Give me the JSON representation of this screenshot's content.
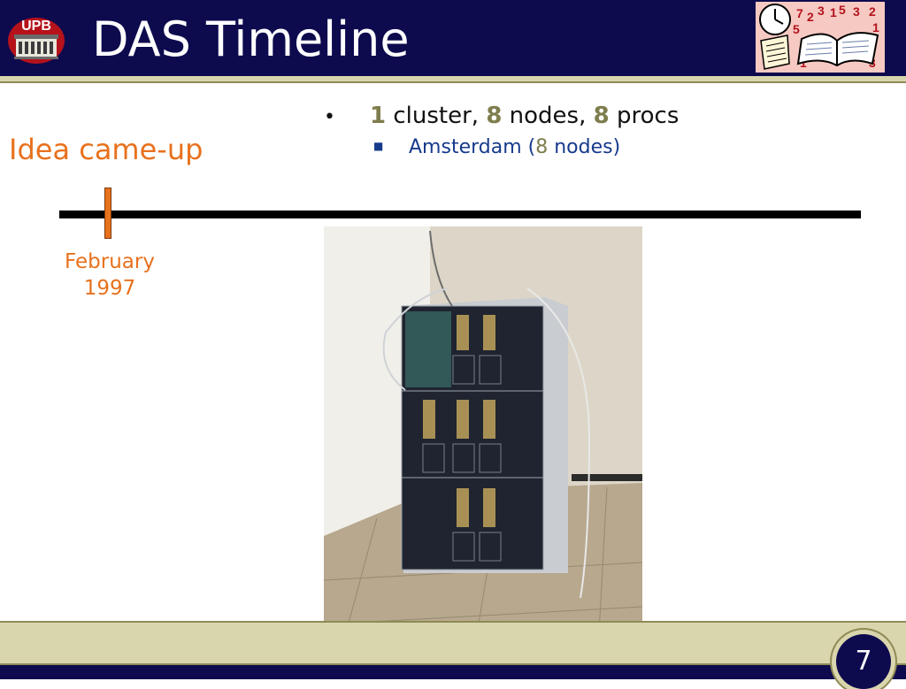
{
  "header": {
    "title": "DAS Timeline",
    "logo_text": "UPB",
    "logo_icon": "university-building-logo",
    "clip_art_icon": "clock-and-open-book-icon"
  },
  "bullets": [
    {
      "level": 1,
      "parts": [
        {
          "text": "1",
          "highlight": true
        },
        {
          "text": " cluster, ",
          "highlight": false
        },
        {
          "text": "8",
          "highlight": true
        },
        {
          "text": " nodes, ",
          "highlight": false
        },
        {
          "text": "8",
          "highlight": true
        },
        {
          "text": " procs",
          "highlight": false
        }
      ]
    },
    {
      "level": 2,
      "parts": [
        {
          "text": "Amsterdam (",
          "highlight": false
        },
        {
          "text": "8",
          "highlight": true
        },
        {
          "text": " nodes)",
          "highlight": false
        }
      ]
    }
  ],
  "timeline": {
    "event_label": "Idea came-up",
    "date_line1": "February",
    "date_line2": "1997"
  },
  "photo": {
    "subject": "stacked-server-racks-photo"
  },
  "footer": {
    "page_number": "7"
  },
  "colors": {
    "header_bg": "#0d0a4e",
    "band": "#d9d6ae",
    "accent_orange": "#e8711d",
    "highlight_olive": "#7e7d4d",
    "subbullet_blue": "#173a8c"
  }
}
